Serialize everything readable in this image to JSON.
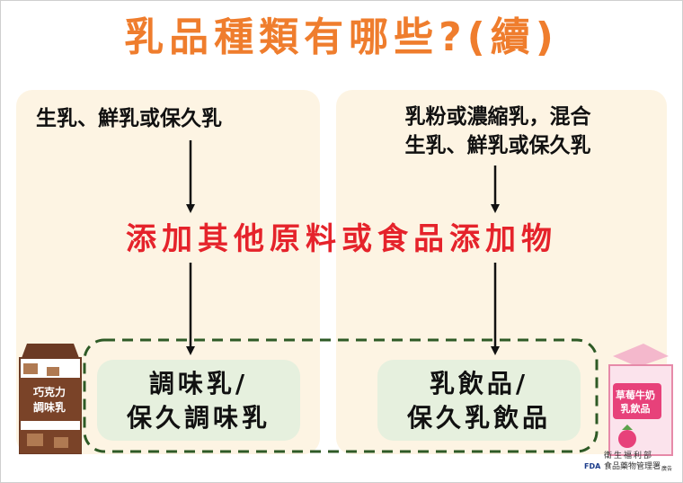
{
  "title": "乳品種類有哪些?(續)",
  "left_source": "生乳、鮮乳或保久乳",
  "right_source_line1": "乳粉或濃縮乳，混合",
  "right_source_line2": "生乳、鮮乳或保久乳",
  "middle_text": "添加其他原料或食品添加物",
  "left_result_line1": "調味乳/",
  "left_result_line2": "保久調味乳",
  "right_result_line1": "乳飲品/",
  "right_result_line2": "保久乳飲品",
  "chocolate_carton_line1": "巧克力",
  "chocolate_carton_line2": "調味乳",
  "strawberry_carton_line1": "草莓牛奶",
  "strawberry_carton_line2": "乳飲品",
  "footer_org_line1": "衛生福利部",
  "footer_org_line2": "食品藥物管理署",
  "footer_ad": "廣告",
  "fda_logo": "FDA",
  "colors": {
    "title": "#ef7d2d",
    "middle_text": "#e5232b",
    "panel": "#fdf4e3",
    "result_box": "#e6f0de",
    "dashed_border": "#2e5a26"
  }
}
